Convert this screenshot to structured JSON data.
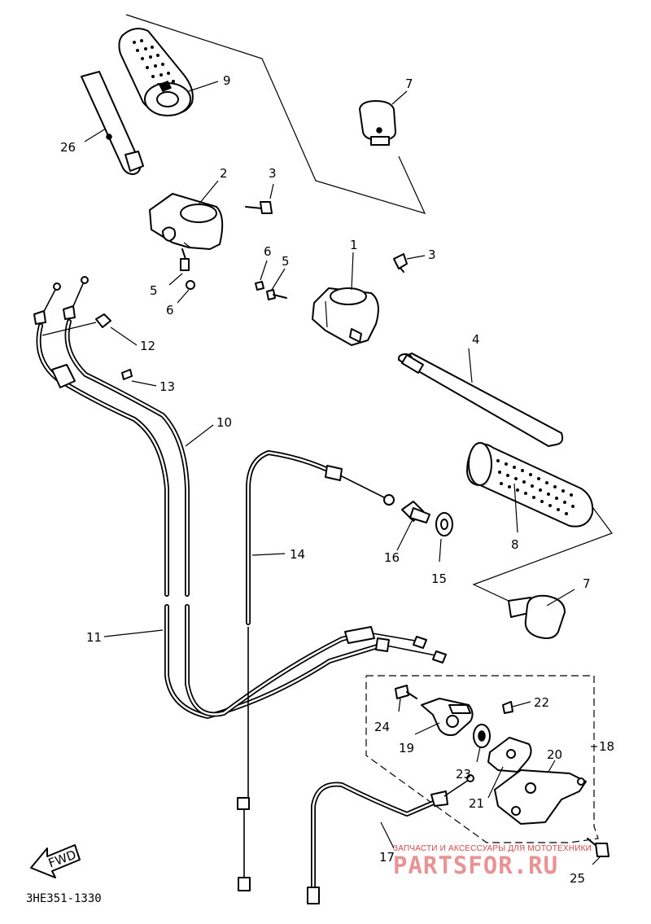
{
  "diagram": {
    "code": "3HE351-1330",
    "fwd_label": "FWD",
    "callouts": {
      "p1": "1",
      "p2": "2",
      "p3a": "3",
      "p3b": "3",
      "p4": "4",
      "p5a": "5",
      "p5b": "5",
      "p6a": "6",
      "p6b": "6",
      "p7a": "7",
      "p7b": "7",
      "p8": "8",
      "p9": "9",
      "p10": "10",
      "p11": "11",
      "p12": "12",
      "p13": "13",
      "p14": "14",
      "p15": "15",
      "p16": "16",
      "p17": "17",
      "p18": "18",
      "p19": "19",
      "p20": "20",
      "p21": "21",
      "p22": "22",
      "p23": "23",
      "p24": "24",
      "p25": "25",
      "p26": "26"
    }
  },
  "watermark": {
    "caption": "ЗАПЧАСТИ И АКСЕССУАРЫ ДЛЯ МОТОТЕХНИКИ",
    "brand": "PARTSFOR.RU",
    "color": "#d04a4a"
  }
}
